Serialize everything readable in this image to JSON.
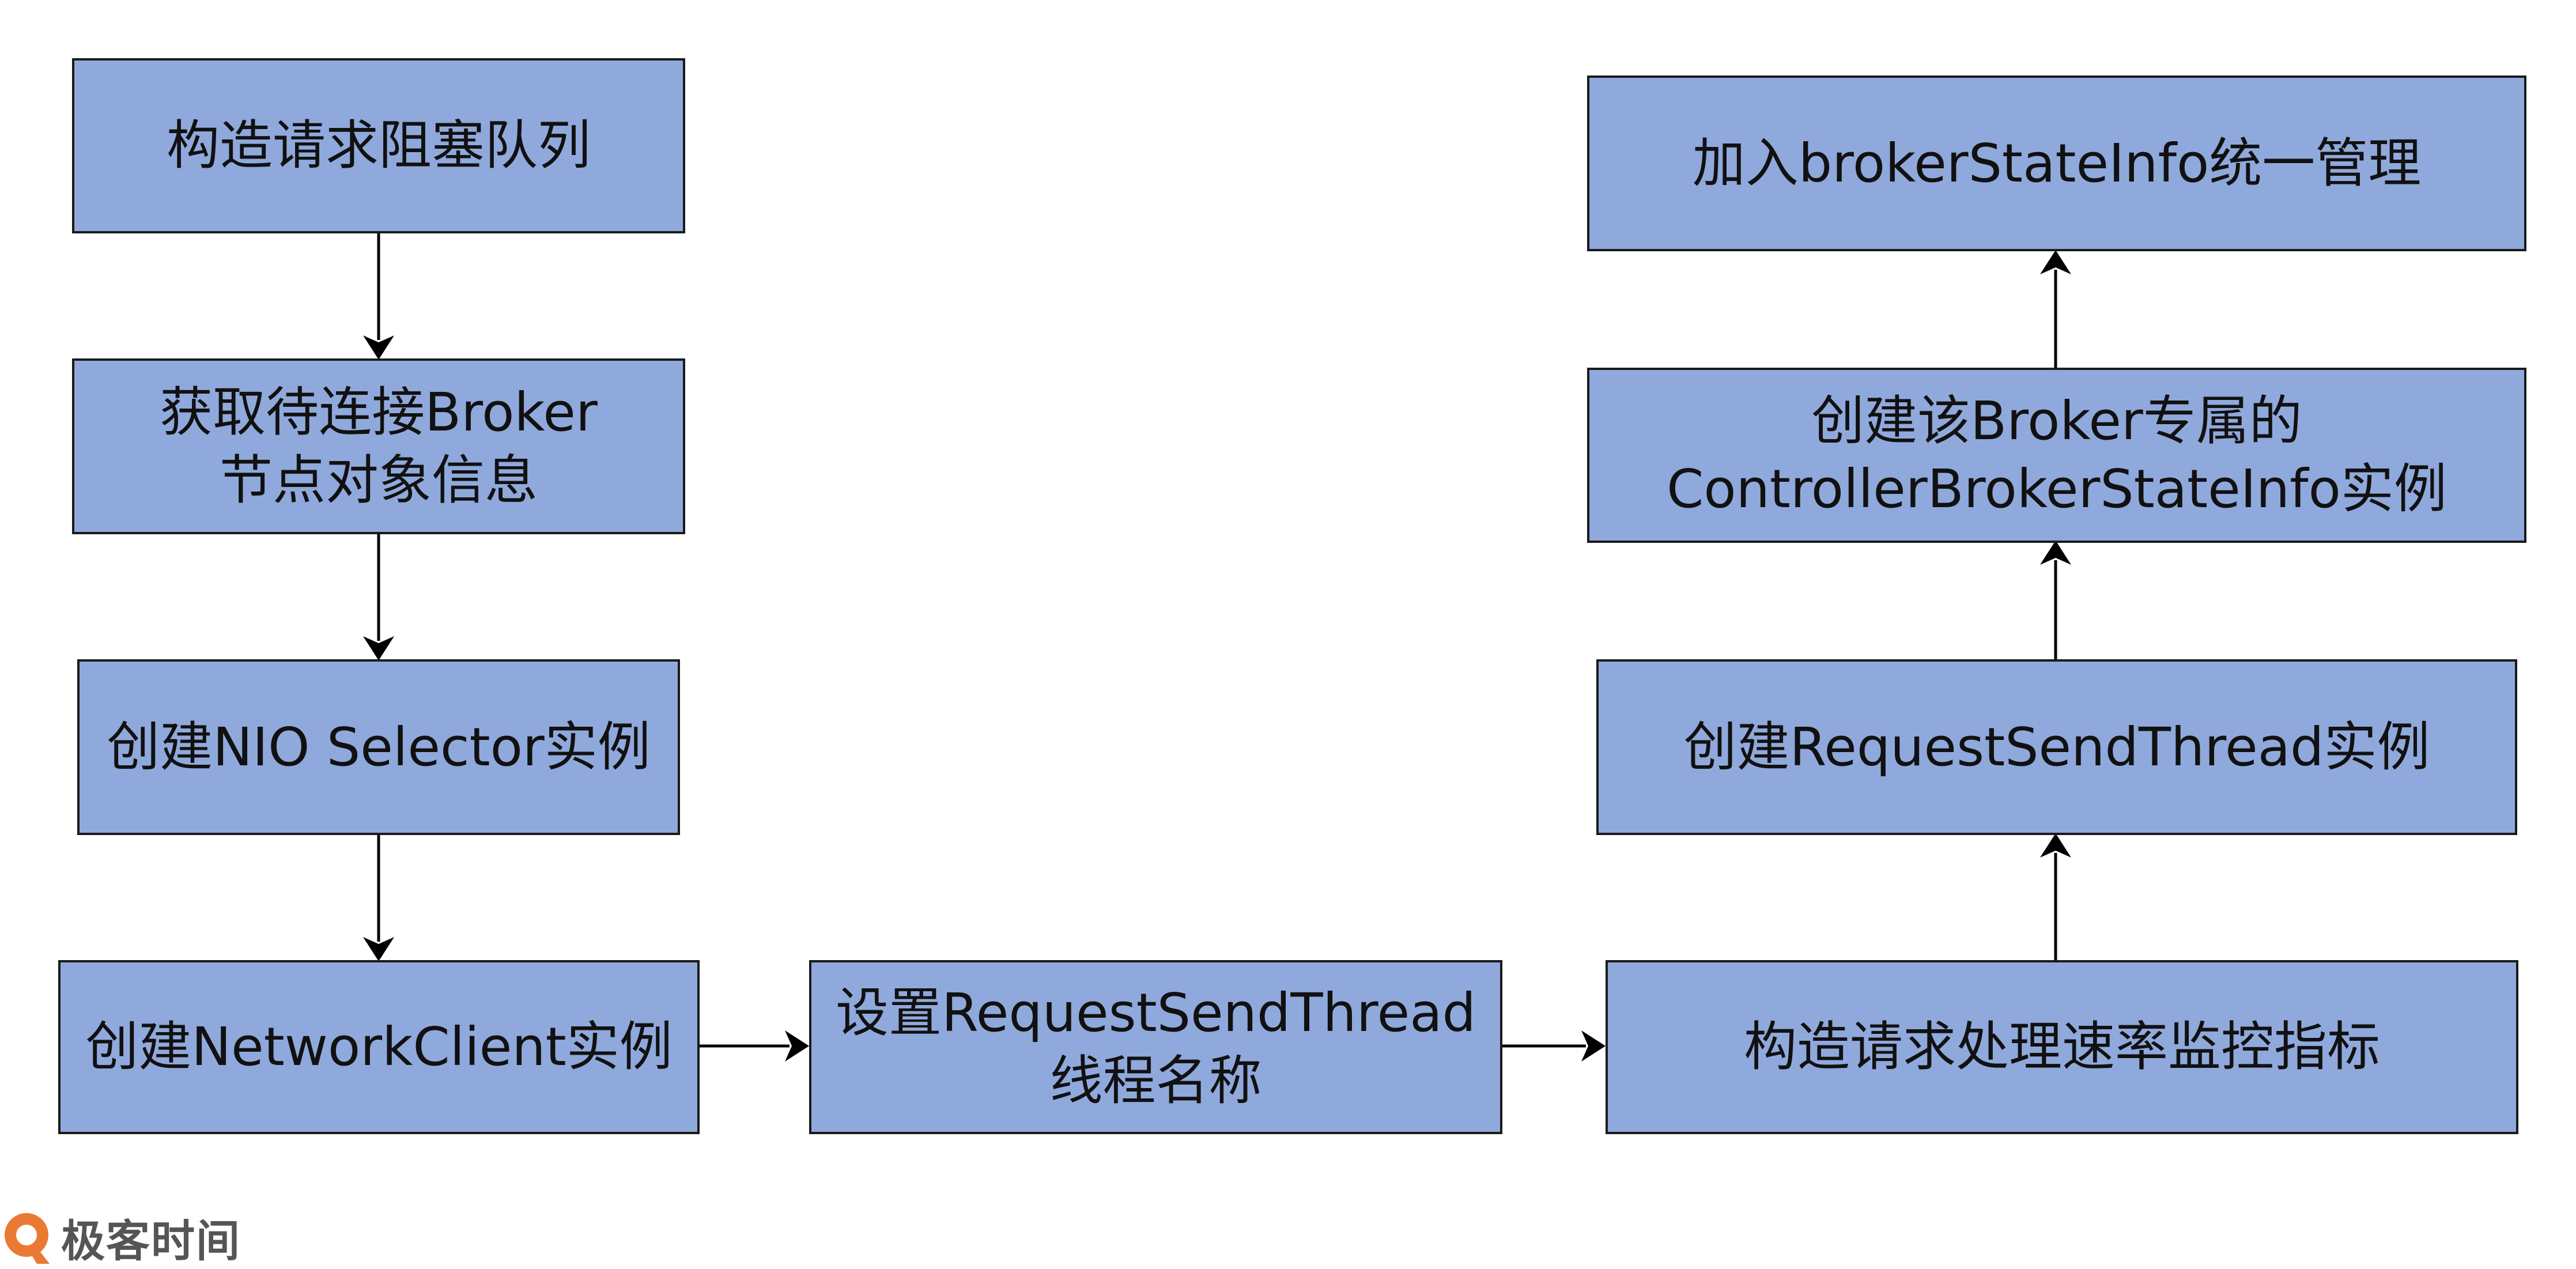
{
  "colors": {
    "box_fill": "#90a9dc",
    "box_border": "#1a1a1a",
    "arrow": "#000000",
    "logo_orange": "#ea7a33",
    "logo_text": "#555555"
  },
  "nodes": [
    {
      "id": "n1",
      "lines": [
        "构造请求阻塞队列"
      ]
    },
    {
      "id": "n2",
      "lines": [
        "获取待连接Broker",
        "节点对象信息"
      ]
    },
    {
      "id": "n3",
      "lines": [
        "创建NIO Selector实例"
      ]
    },
    {
      "id": "n4",
      "lines": [
        "创建NetworkClient实例"
      ]
    },
    {
      "id": "n5",
      "lines": [
        "设置RequestSendThread",
        "线程名称"
      ]
    },
    {
      "id": "n6",
      "lines": [
        "构造请求处理速率监控指标"
      ]
    },
    {
      "id": "n7",
      "lines": [
        "创建RequestSendThread实例"
      ]
    },
    {
      "id": "n8",
      "lines": [
        "创建该Broker专属的",
        "ControllerBrokerStateInfo实例"
      ]
    },
    {
      "id": "n9",
      "lines": [
        "加入brokerStateInfo统一管理"
      ]
    }
  ],
  "edges": [
    {
      "from": "n1",
      "to": "n2"
    },
    {
      "from": "n2",
      "to": "n3"
    },
    {
      "from": "n3",
      "to": "n4"
    },
    {
      "from": "n4",
      "to": "n5"
    },
    {
      "from": "n5",
      "to": "n6"
    },
    {
      "from": "n6",
      "to": "n7"
    },
    {
      "from": "n7",
      "to": "n8"
    },
    {
      "from": "n8",
      "to": "n9"
    }
  ],
  "watermark": {
    "icon": "geektime-logo-icon",
    "text": "极客时间"
  }
}
